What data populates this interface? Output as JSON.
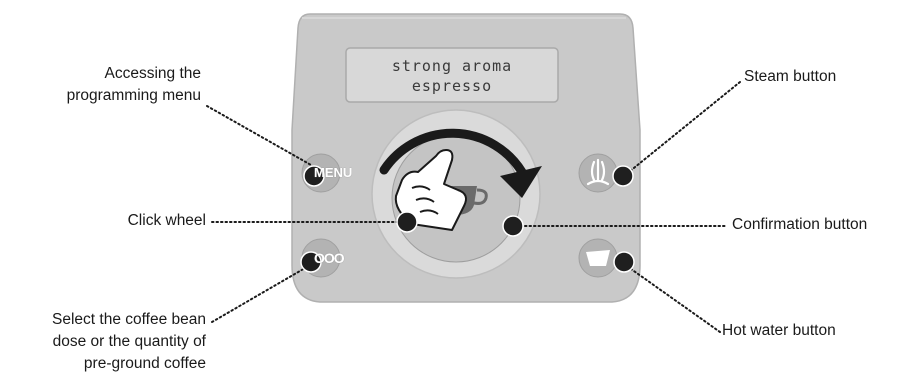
{
  "display": {
    "line1": "strong aroma",
    "line2": "espresso"
  },
  "buttons": {
    "menu_label": "MENU",
    "beans_label": "OOO"
  },
  "callouts": {
    "programming_menu": [
      "Accessing the",
      "programming menu"
    ],
    "click_wheel": "Click wheel",
    "coffee_dose": [
      "Select the coffee bean",
      "dose or the quantity of",
      "pre-ground coffee"
    ],
    "steam": "Steam button",
    "confirmation": "Confirmation button",
    "hot_water": "Hot water button"
  },
  "icons": [
    "steam-icon",
    "hot-water-icon",
    "coffee-cup-icon",
    "hand-pointer-icon",
    "rotation-arrow-icon"
  ],
  "colors": {
    "panel": "#c9c9c9",
    "panel_edge": "#b5b5b5",
    "display": "#d9d9d9",
    "wheel_outer": "#dcdcdc",
    "wheel_inner": "#c4c4c4",
    "button": "#b3b3b3",
    "dot": "#222222"
  }
}
